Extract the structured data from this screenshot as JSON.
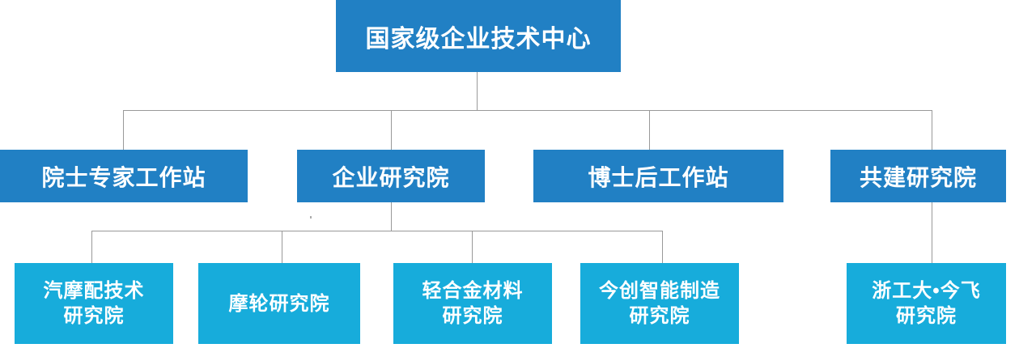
{
  "org_chart": {
    "root": {
      "label": "国家级企业技术中心"
    },
    "level2": [
      {
        "label": "院士专家工作站"
      },
      {
        "label": "企业研究院"
      },
      {
        "label": "博士后工作站"
      },
      {
        "label": "共建研究院"
      }
    ],
    "level3": [
      {
        "line1": "汽摩配技术",
        "line2": "研究院"
      },
      {
        "line1": "摩轮研究院"
      },
      {
        "line1": "轻合金材料",
        "line2": "研究院"
      },
      {
        "line1": "今创智能制造",
        "line2": "研究院"
      },
      {
        "line1": "浙工大•今飞",
        "line2": "研究院"
      }
    ]
  },
  "colors": {
    "level1_2_box_blue": "#2180C4",
    "level3_box_cyan": "#17ACDB",
    "connector_gray": "#999999",
    "text_white": "#FFFFFF",
    "background": "#FFFFFF"
  }
}
